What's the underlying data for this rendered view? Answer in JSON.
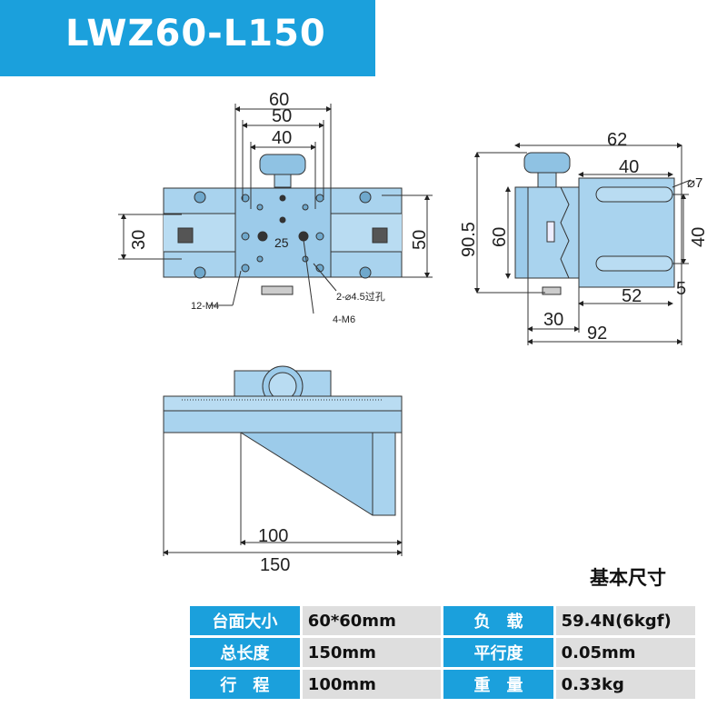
{
  "title": "LWZ60-L150",
  "top_view": {
    "dims": {
      "w60": "60",
      "w50": "50",
      "w40": "40",
      "h30": "30",
      "h50": "50",
      "c25": "25"
    },
    "callouts": {
      "m4": "12-M4",
      "hole": "2-⌀4.5过孔",
      "m6": "4-M6"
    }
  },
  "side_view": {
    "dims": {
      "w62": "62",
      "w40": "40",
      "d1": "⌀7",
      "h40": "40",
      "h905": "90.5",
      "h60": "60",
      "w52": "52",
      "w5": "5",
      "w30": "30",
      "w92": "92"
    }
  },
  "front_view": {
    "dims": {
      "w100": "100",
      "w150": "150"
    }
  },
  "specs_title": "基本尺寸",
  "specs": [
    {
      "label": "台面大小",
      "value": "60*60mm",
      "label2": "负　载",
      "value2": "59.4N(6kgf)"
    },
    {
      "label": "总长度",
      "value": "150mm",
      "label2": "平行度",
      "value2": "0.05mm"
    },
    {
      "label": "行　程",
      "value": "100mm",
      "label2": "重　量",
      "value2": "0.33kg"
    }
  ],
  "colors": {
    "brand": "#1ba0dc",
    "part": "#a9d3ee",
    "part_dark": "#6fa8cc",
    "cell_grey": "#dedede"
  }
}
